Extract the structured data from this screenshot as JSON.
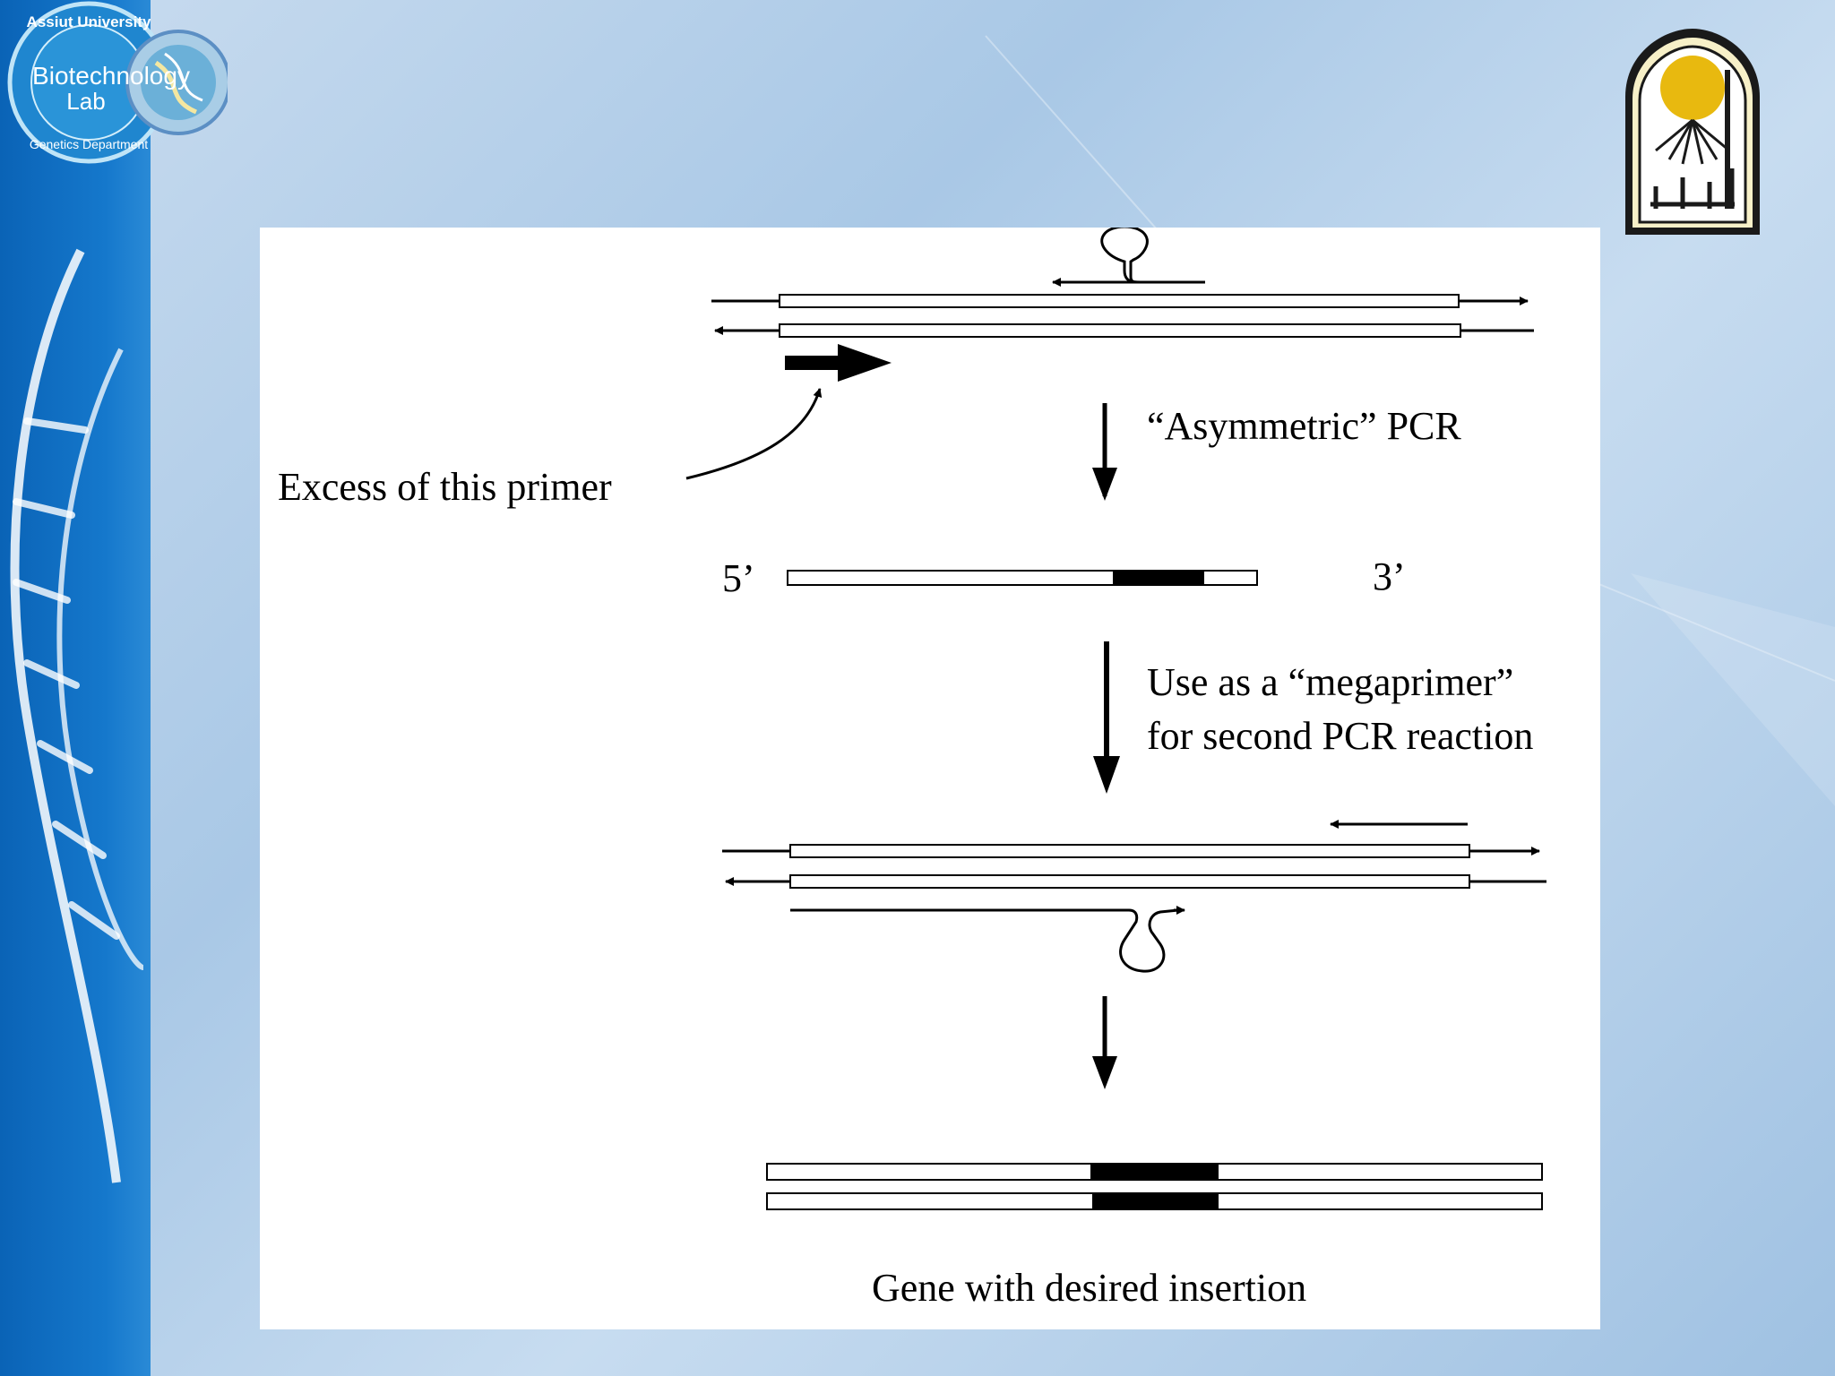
{
  "logo_left": {
    "title": "Biotechnology",
    "subtitle": "Lab",
    "ring_top": "Assiut University",
    "ring_bottom": "Genetics Department"
  },
  "diagram": {
    "step1_label": "“Asymmetric” PCR",
    "primer_note": "Excess of this primer",
    "end_5": "5’",
    "end_3": "3’",
    "step2_line1": "Use as a “megaprimer”",
    "step2_line2": "for second PCR reaction",
    "result_label": "Gene with desired insertion"
  },
  "colors": {
    "sidebar": "#1578cc",
    "seal_gold": "#e8b90f"
  }
}
